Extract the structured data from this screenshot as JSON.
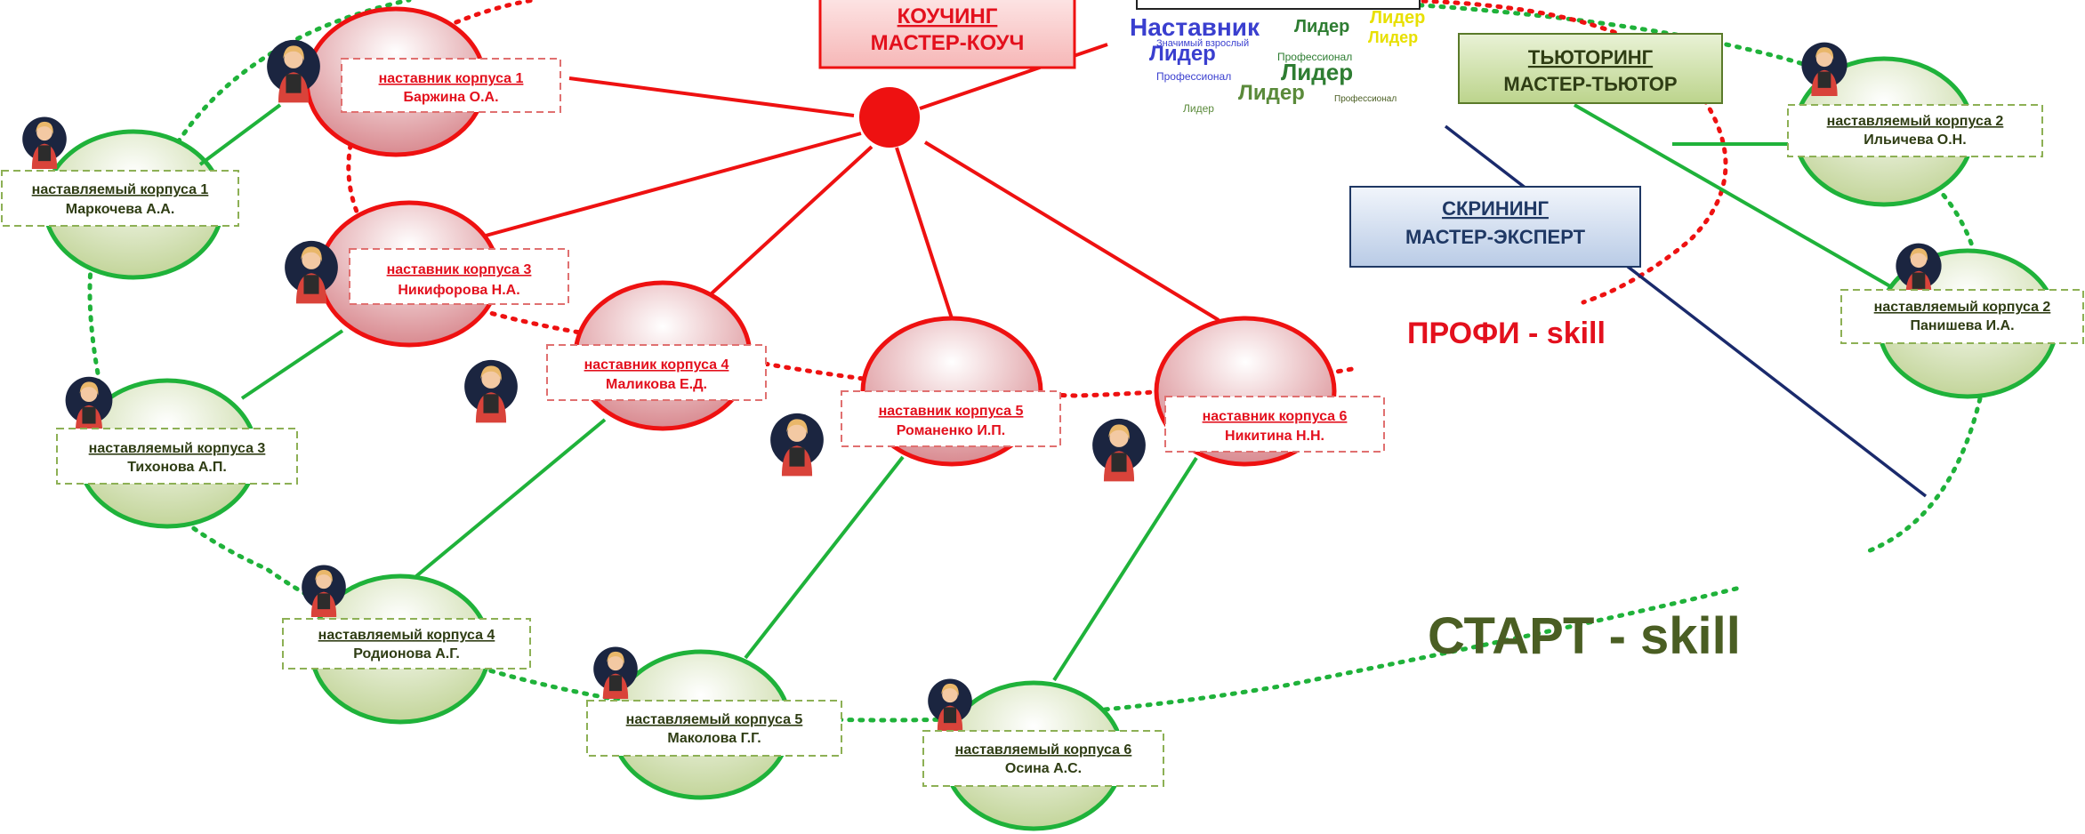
{
  "coaching": {
    "title": "КОУЧИНГ",
    "subtitle": "МАСТЕР-КОУЧ"
  },
  "tutoring": {
    "title": "ТЬЮТОРИНГ",
    "subtitle": "МАСТЕР-ТЬЮТОР"
  },
  "screening": {
    "title": "СКРИНИНГ",
    "subtitle": "МАСТЕР-ЭКСПЕРТ"
  },
  "profi_label": "ПРОФИ - skill",
  "start_label": "СТАРТ - skill",
  "word_cloud": {
    "words": [
      "Наставник",
      "Лидер",
      "Лидер",
      "Лидер",
      "Лидер",
      "Лидер",
      "Профессионал",
      "Профессионал",
      "Профессионал",
      "Значимый взрослый",
      "Лидер",
      "Лидер"
    ]
  },
  "mentors": [
    {
      "role": "наставник  корпуса 1",
      "name": "Баржина О.А."
    },
    {
      "role": "наставник  корпуса 3",
      "name": "Никифорова  Н.А."
    },
    {
      "role": "наставник  корпуса 4",
      "name": "Маликова Е.Д."
    },
    {
      "role": "наставник  корпуса 5",
      "name": "Романенко И.П."
    },
    {
      "role": "наставник  корпуса 6",
      "name": "Никитина Н.Н."
    }
  ],
  "mentees": [
    {
      "role": "наставляемый  корпуса 1",
      "name": "Маркочева А.А."
    },
    {
      "role": "наставляемый  корпуса 3",
      "name": "Тихонова А.П."
    },
    {
      "role": "наставляемый  корпуса 4",
      "name": "Родионова А.Г."
    },
    {
      "role": "наставляемый  корпуса 5",
      "name": "Маколова Г.Г."
    },
    {
      "role": "наставляемый  корпуса 6",
      "name": "Осина А.С."
    },
    {
      "role": "наставляемый  корпуса 2",
      "name": "Ильичева О.Н."
    },
    {
      "role": "наставляемый  корпуса 2",
      "name": "Панишева И.А."
    }
  ],
  "colors": {
    "red": "#ee1111",
    "green": "#1fb23a",
    "dark_green": "#4a5e23",
    "navy": "#1a2a6c",
    "mentor_fill": "#e8b0b4",
    "mentee_fill": "#dbe8b8",
    "crimson_text": "#e3101d",
    "screen_blue": "#1f3864"
  }
}
